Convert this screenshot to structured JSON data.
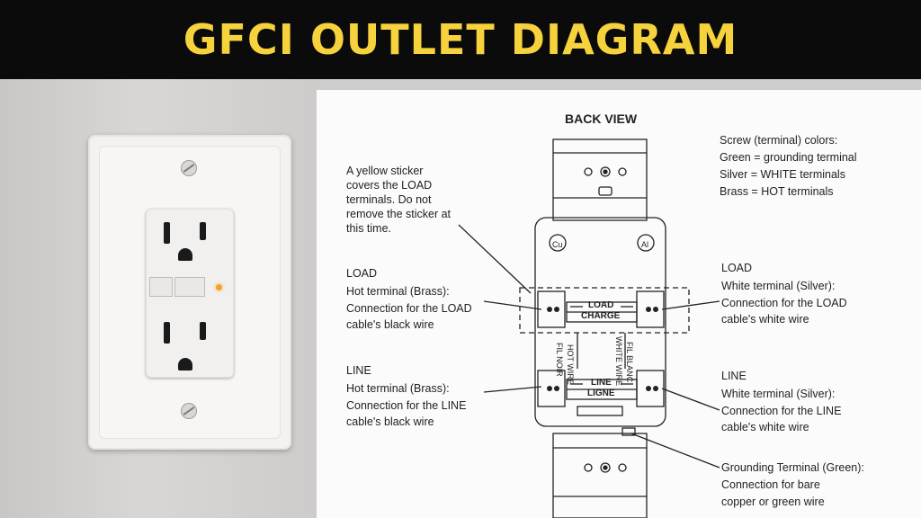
{
  "banner": {
    "title": "GFCI OUTLET DIAGRAM"
  },
  "diagram": {
    "back_view": "BACK VIEW",
    "sticker_note": [
      "A yellow sticker",
      "covers the LOAD",
      "terminals. Do not",
      "remove the sticker at",
      "this time."
    ],
    "screw_colors": [
      "Screw (terminal) colors:",
      "Green = grounding terminal",
      "Silver = WHITE terminals",
      "Brass = HOT terminals"
    ],
    "load_left": [
      "LOAD",
      "Hot terminal (Brass):",
      "Connection for the LOAD",
      "cable's black wire"
    ],
    "line_left": [
      "LINE",
      "Hot terminal (Brass):",
      "Connection for the LINE",
      "cable's black wire"
    ],
    "load_right": [
      "LOAD",
      "White terminal (Silver):",
      "Connection for the LOAD",
      "cable's white wire"
    ],
    "line_right": [
      "LINE",
      "White terminal (Silver):",
      "Connection for the LINE",
      "cable's white wire"
    ],
    "ground_note": [
      "Grounding Terminal (Green):",
      "Connection for bare",
      "copper or green wire"
    ],
    "device_labels": {
      "load": "LOAD",
      "charge": "CHARGE",
      "line": "LINE",
      "ligne": "LIGNE",
      "hot_wire": "HOT WIRE",
      "fil_noir": "FIL NOIR",
      "white_wire": "WHITE WIRE",
      "fil_blanc": "FIL BLANC",
      "cu": "Cu",
      "al": "Al"
    }
  }
}
